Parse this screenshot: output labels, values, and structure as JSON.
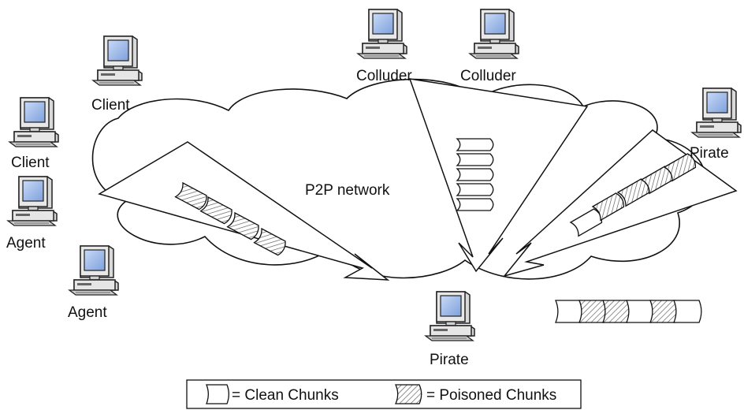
{
  "diagram": {
    "network_label": "P2P network",
    "colors": {
      "screen": "#8fb0e6",
      "screen_light": "#c9daf6",
      "body": "#e6e6e6",
      "outline": "#222222",
      "hatch": "#555555"
    },
    "nodes": [
      {
        "id": "client-top",
        "role": "Client"
      },
      {
        "id": "client-left",
        "role": "Client"
      },
      {
        "id": "agent-left",
        "role": "Agent"
      },
      {
        "id": "agent-bottom",
        "role": "Agent"
      },
      {
        "id": "colluder-1",
        "role": "Colluder"
      },
      {
        "id": "colluder-2",
        "role": "Colluder"
      },
      {
        "id": "pirate-right",
        "role": "Pirate"
      },
      {
        "id": "pirate-bottom",
        "role": "Pirate"
      }
    ],
    "flows": [
      {
        "id": "left-flow",
        "chunks": [
          "poisoned",
          "poisoned",
          "poisoned",
          "poisoned"
        ]
      },
      {
        "id": "colluder-flow",
        "chunks": [
          "clean",
          "clean",
          "clean",
          "clean",
          "clean"
        ]
      },
      {
        "id": "right-flow",
        "chunks": [
          "clean",
          "poisoned",
          "poisoned",
          "poisoned",
          "poisoned"
        ]
      }
    ],
    "assembled_file": [
      "clean",
      "poisoned",
      "poisoned",
      "clean",
      "poisoned",
      "clean"
    ],
    "legend": {
      "clean_label": "= Clean Chunks",
      "poisoned_label": "= Poisoned Chunks"
    }
  }
}
